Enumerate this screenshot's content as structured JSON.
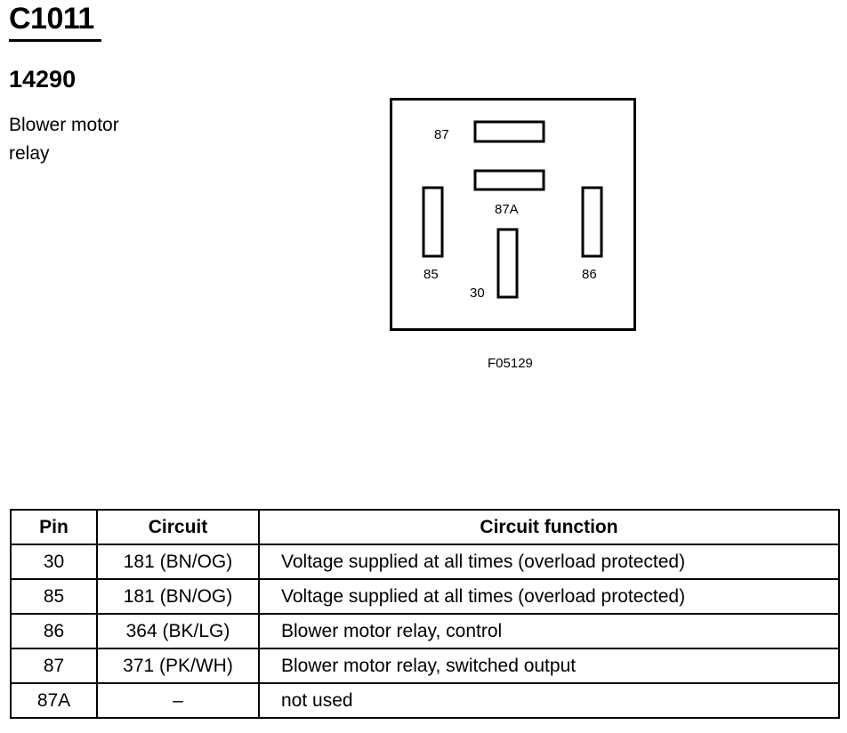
{
  "header": {
    "connector_id": "C1011",
    "part_number": "14290",
    "description_line1": "Blower motor",
    "description_line2": "relay"
  },
  "diagram": {
    "pins": {
      "p87": "87",
      "p87a": "87A",
      "p85": "85",
      "p86": "86",
      "p30": "30"
    },
    "figure_code": "F05129"
  },
  "table": {
    "headers": {
      "pin": "Pin",
      "circuit": "Circuit",
      "function": "Circuit function"
    },
    "rows": [
      {
        "pin": "30",
        "circuit": "181 (BN/OG)",
        "function": "Voltage supplied at all times (overload protected)"
      },
      {
        "pin": "85",
        "circuit": "181 (BN/OG)",
        "function": "Voltage supplied at all times (overload protected)"
      },
      {
        "pin": "86",
        "circuit": "364 (BK/LG)",
        "function": "Blower motor relay, control"
      },
      {
        "pin": "87",
        "circuit": "371 (PK/WH)",
        "function": "Blower motor relay, switched output"
      },
      {
        "pin": "87A",
        "circuit": "–",
        "function": "not used"
      }
    ]
  }
}
